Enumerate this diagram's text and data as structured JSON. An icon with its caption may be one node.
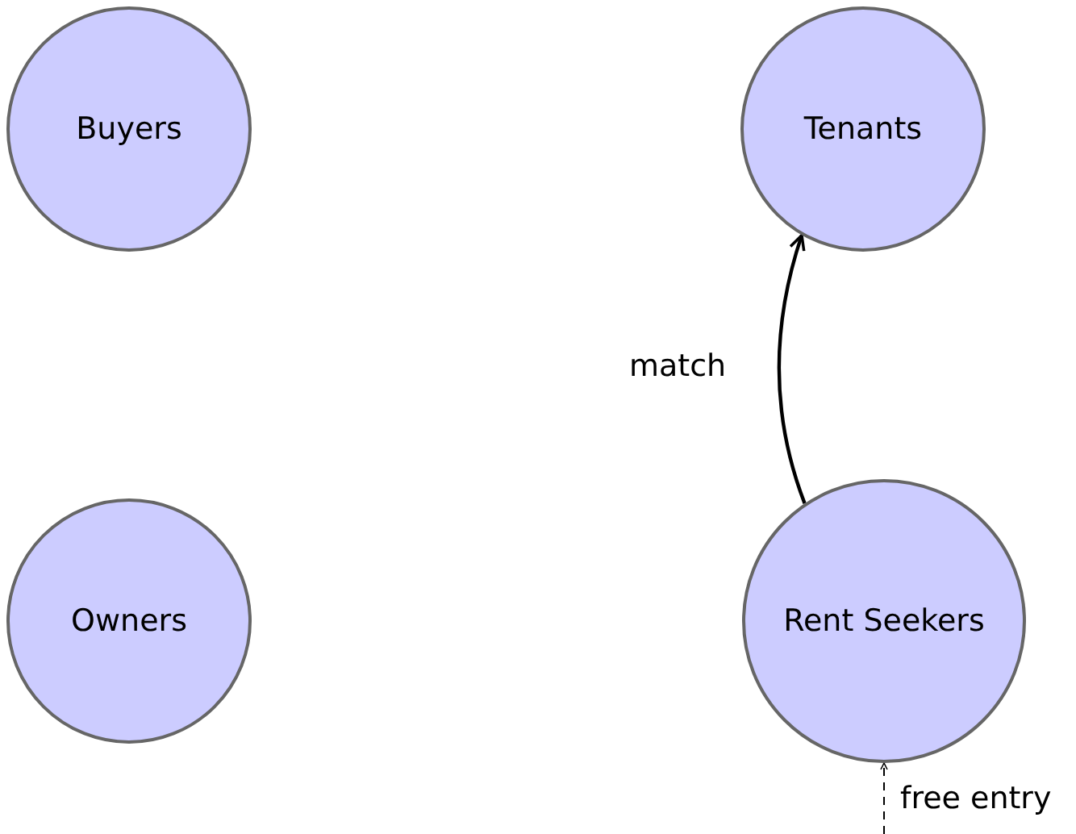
{
  "diagram": {
    "nodes": [
      {
        "text": [
          "Buyers"
        ]
      },
      {
        "text": [
          "Tenants"
        ]
      },
      {
        "text": [
          "Owners"
        ]
      },
      {
        "text": [
          "Rent Seekers"
        ]
      }
    ],
    "edges": [
      {
        "from": 3,
        "to": 1,
        "arrow": "to",
        "label": "match"
      },
      {
        "from": null,
        "to": 3,
        "arrow": "to",
        "label": "free entry",
        "style": "dashed"
      }
    ]
  }
}
